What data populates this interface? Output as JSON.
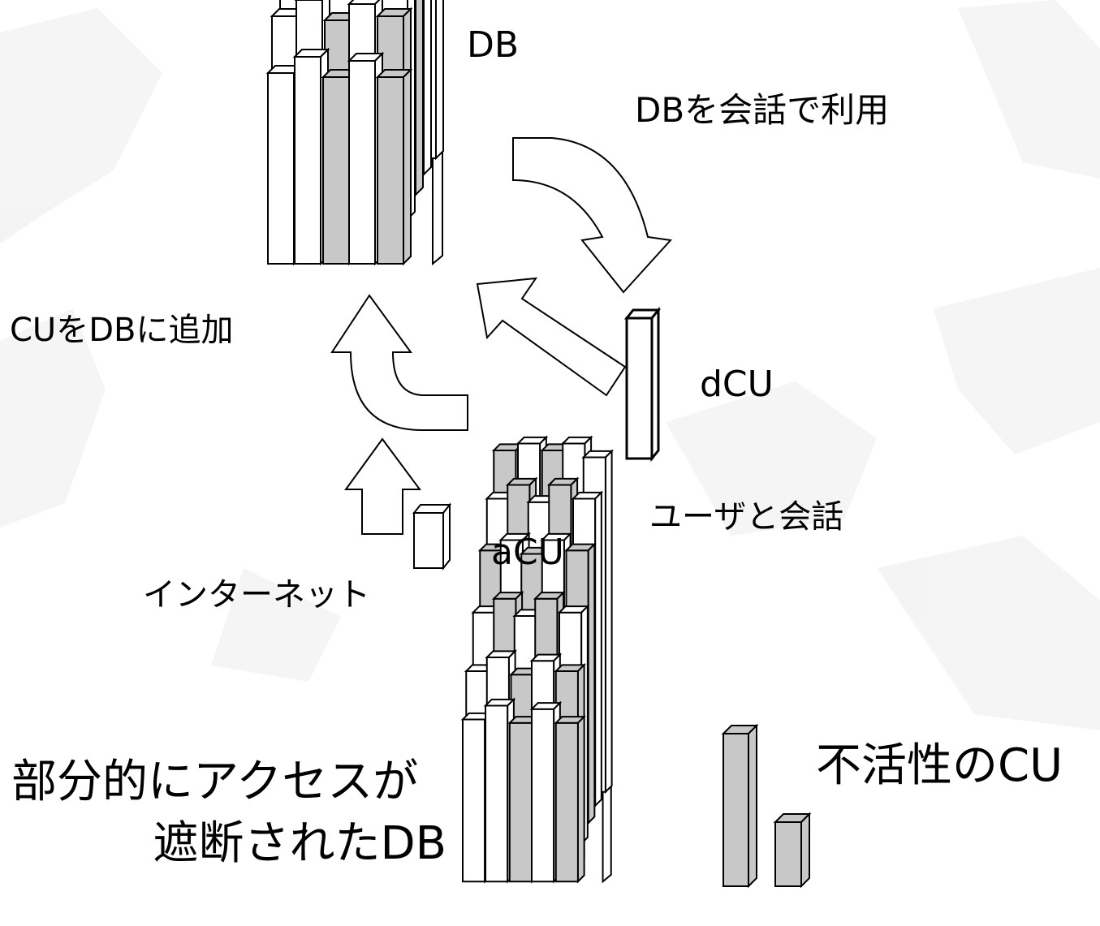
{
  "labels": {
    "db": "DB",
    "use_db": "DBを会話で利用",
    "add_cu": "CUをDBに追加",
    "dcu": "dCU",
    "user_talk": "ユーザと会話",
    "acu": "aCU",
    "internet": "インターネット",
    "blocked_line1": "部分的にアクセスが",
    "blocked_line2": "遮断されたDB",
    "inactive_cu": "不活性のCU"
  },
  "colors": {
    "fill_white": "#ffffff",
    "fill_gray": "#c8c8c8",
    "stroke": "#000000",
    "background_gear": "#f3f3f3"
  },
  "icons": [
    "db-bar-cluster-icon",
    "down-arrow-icon",
    "up-arrow-icon",
    "diagonal-arrow-icon",
    "bar-icon"
  ]
}
